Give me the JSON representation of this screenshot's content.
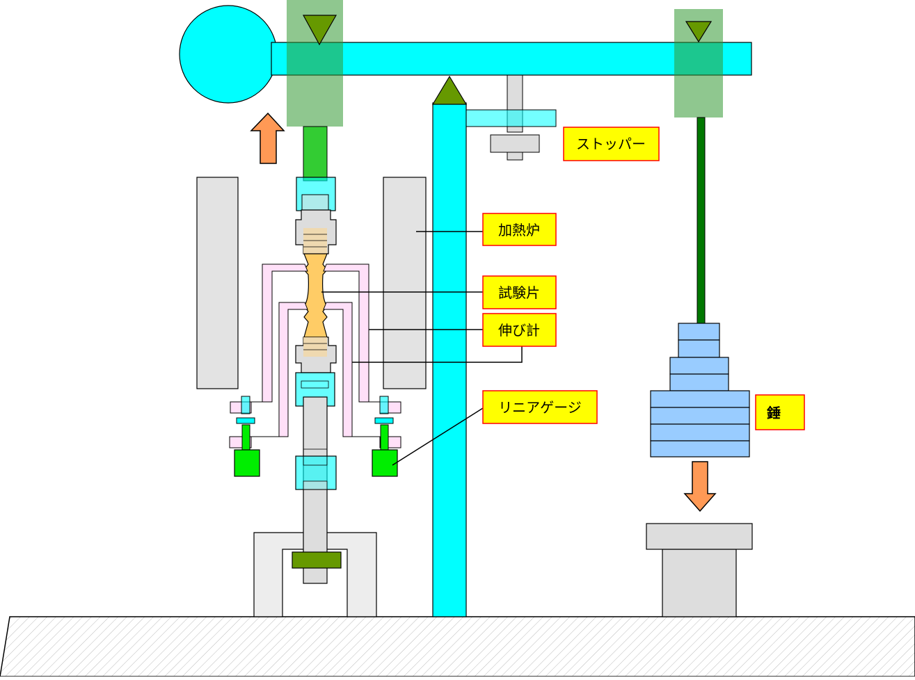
{
  "labels": {
    "stopper": "ストッパー",
    "furnace": "加熱炉",
    "specimen": "試験片",
    "extensometer": "伸び計",
    "linear_gauge": "リニアゲージ",
    "weight": "錘"
  },
  "colors": {
    "beam": "#00FFFF",
    "pivot": "#669900",
    "hanger": "#339933",
    "gray_part": "#DDDDDD",
    "furnace": "#E3E3E3",
    "specimen": "#FFCC66",
    "extensometer": "#FFE0F8",
    "gauge": "#00EE00",
    "weight": "#99CCFF",
    "arrow": "#FF9955",
    "label_fill": "#FFFF00",
    "label_border": "#FF0000"
  },
  "icons": {
    "up_arrow": "arrow-up-icon",
    "down_arrow": "arrow-down-icon"
  }
}
